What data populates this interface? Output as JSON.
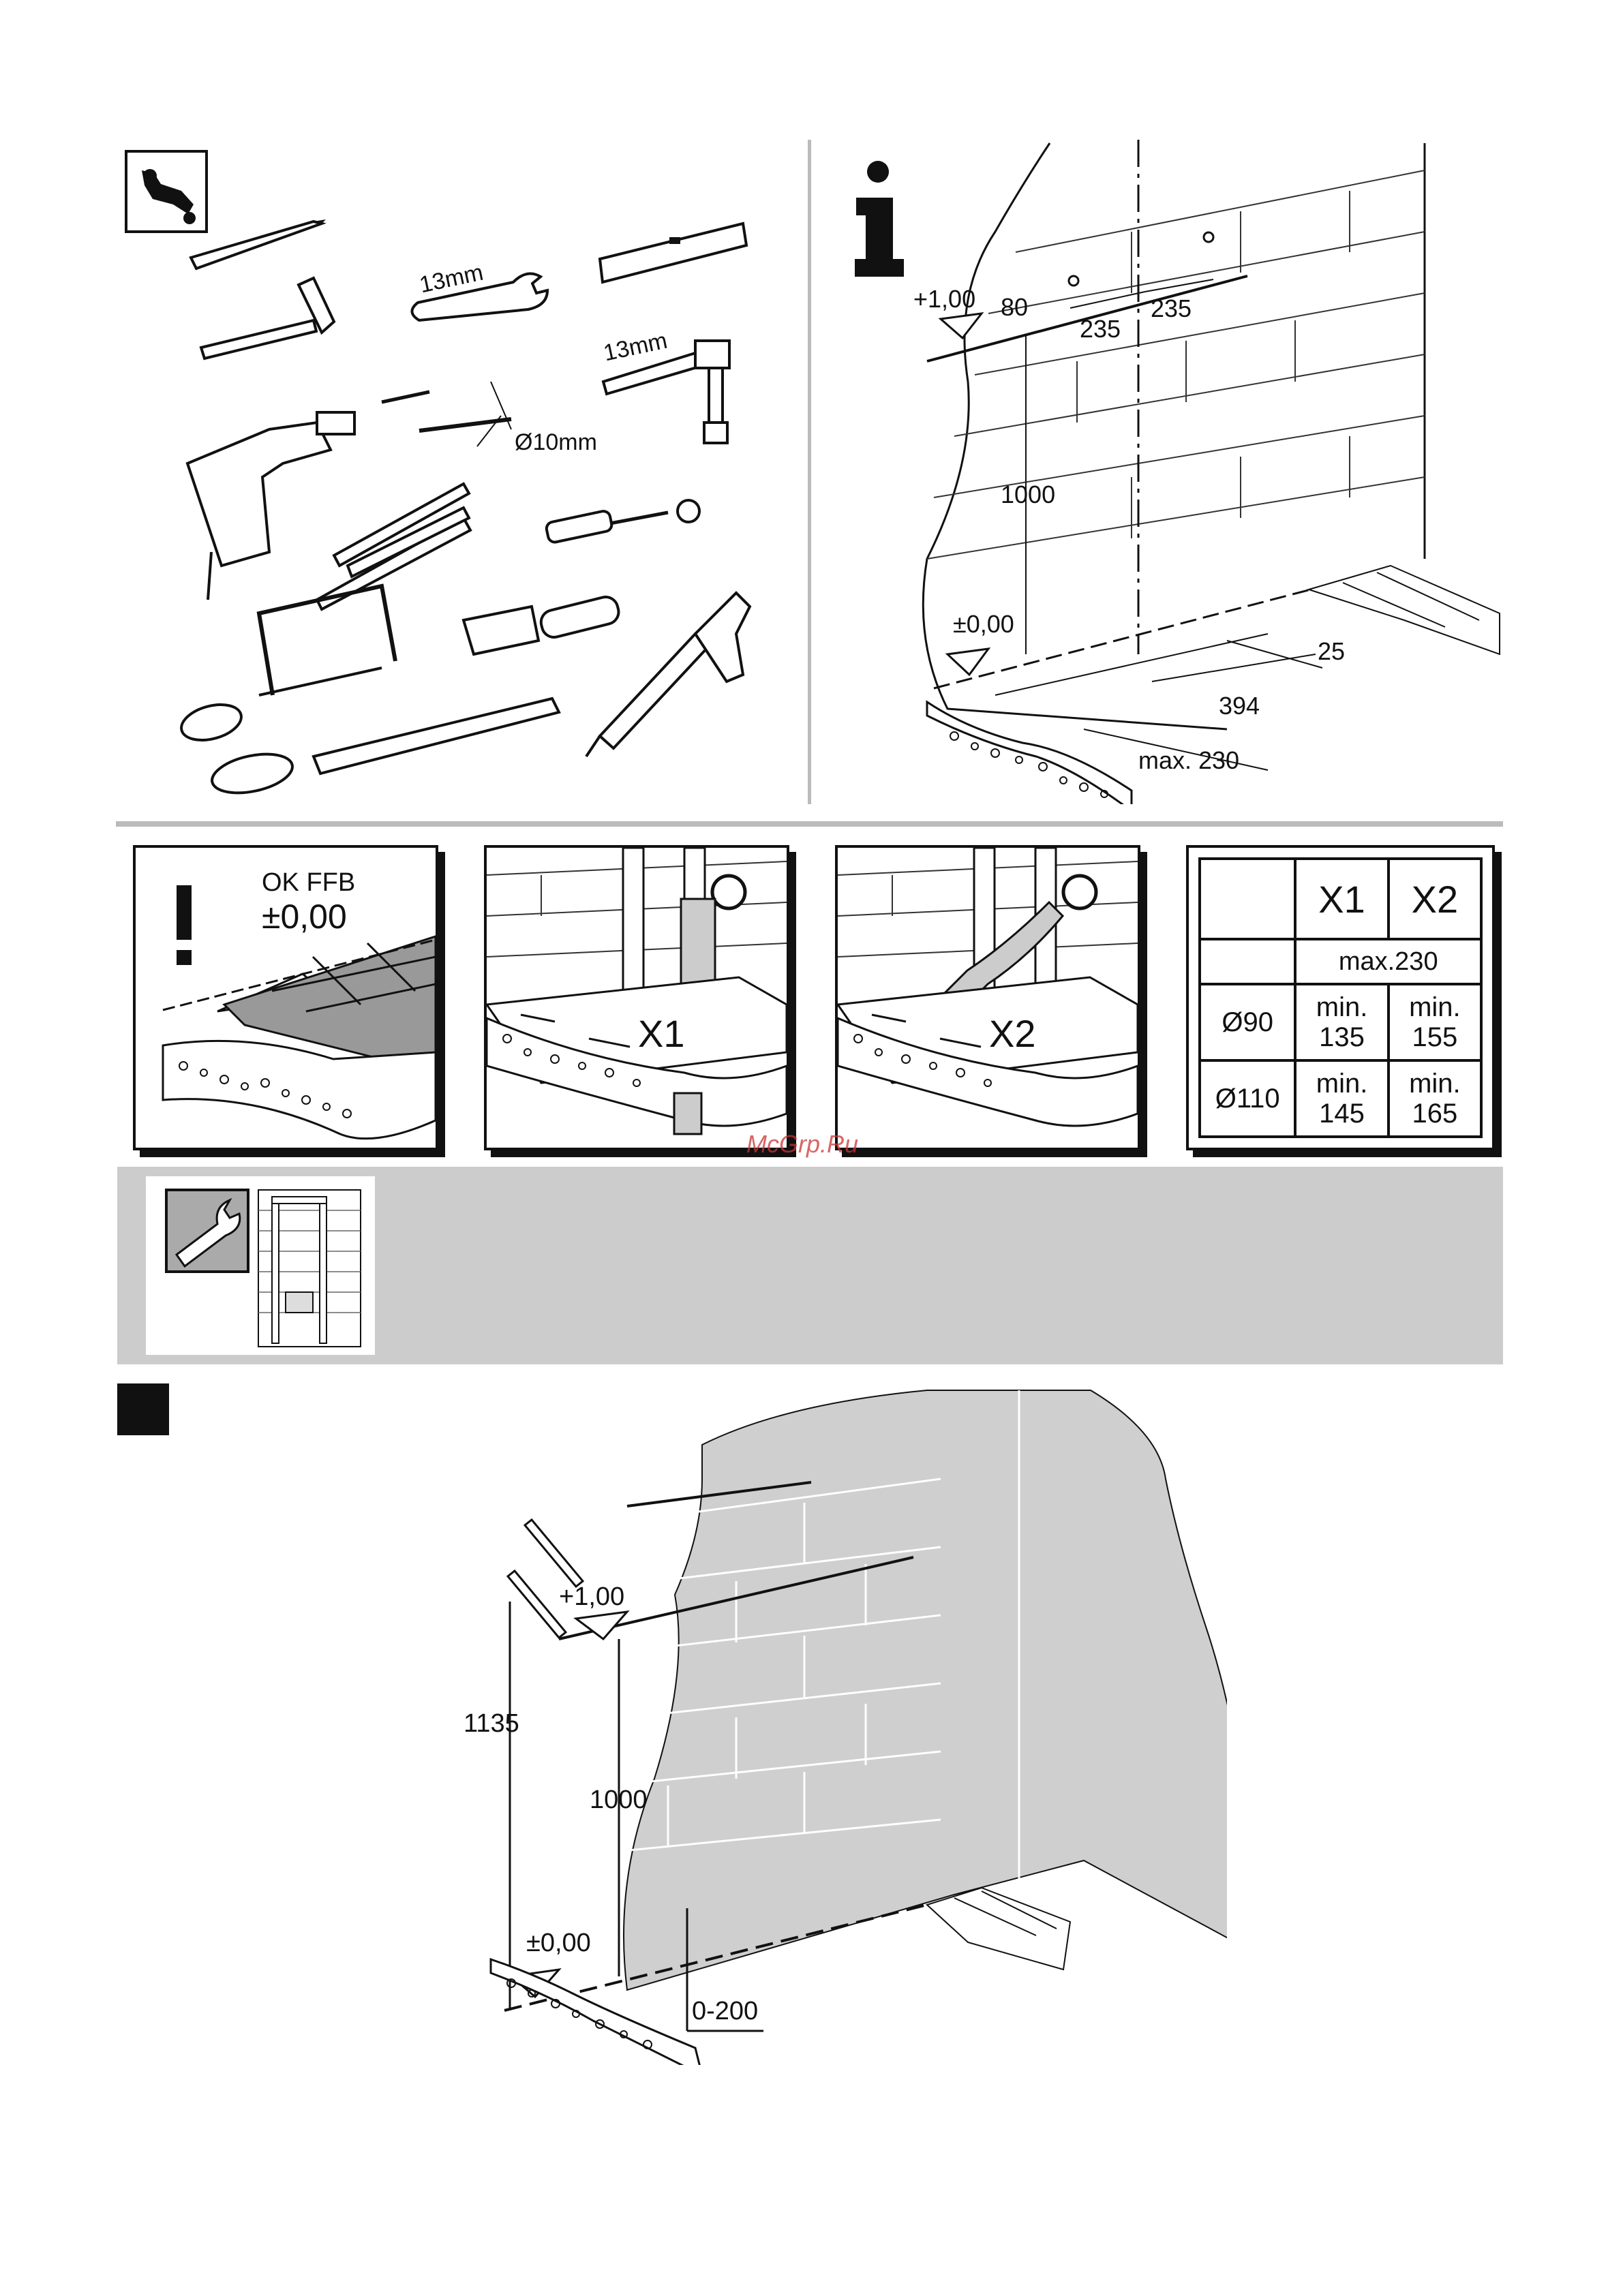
{
  "section_top_left": {
    "tool_labels": {
      "wrench_size": "13mm",
      "socket_size": "13mm",
      "drill_size": "Ø10mm"
    },
    "icons": [
      "tools-icon",
      "pencil-icon",
      "hammer-icon",
      "wrench-icon",
      "spirit-level-icon",
      "socket-wrench-icon",
      "drill-icon",
      "drill-bit-icon",
      "screwdriver-icon",
      "folding-rule-icon",
      "hacksaw-icon",
      "scraper-icon",
      "caulking-gun-icon",
      "file-icon"
    ]
  },
  "section_top_right": {
    "info_icon": "info-icon",
    "level_plus": "+1,00",
    "dim_80": "80",
    "dim_235_a": "235",
    "dim_235_b": "235",
    "dim_1000": "1000",
    "level_zero": "±0,00",
    "dim_25": "25",
    "dim_394": "394",
    "dim_max": "max. 230"
  },
  "section_middle": {
    "ok_ffb": "OK FFB",
    "ok_level": "±0,00",
    "x1_label": "X1",
    "x2_label": "X2",
    "table": {
      "headers": [
        "X1",
        "X2"
      ],
      "span": "max.230",
      "rows": [
        {
          "label": "Ø90",
          "x1": [
            "min.",
            "135"
          ],
          "x2": [
            "min.",
            "155"
          ]
        },
        {
          "label": "Ø110",
          "x1": [
            "min.",
            "145"
          ],
          "x2": [
            "min.",
            "165"
          ]
        }
      ]
    },
    "watermark": "McGrp.Ru"
  },
  "section_bottom": {
    "level_plus": "+1,00",
    "dim_1135": "1135",
    "dim_1000": "1000",
    "level_zero": "±0,00",
    "dim_range": "0-200"
  },
  "colors": {
    "ink": "#111111",
    "gray_band": "#cccccc",
    "wall_gray": "#cfcfcf",
    "tile_gray": "#b9b9b9"
  }
}
